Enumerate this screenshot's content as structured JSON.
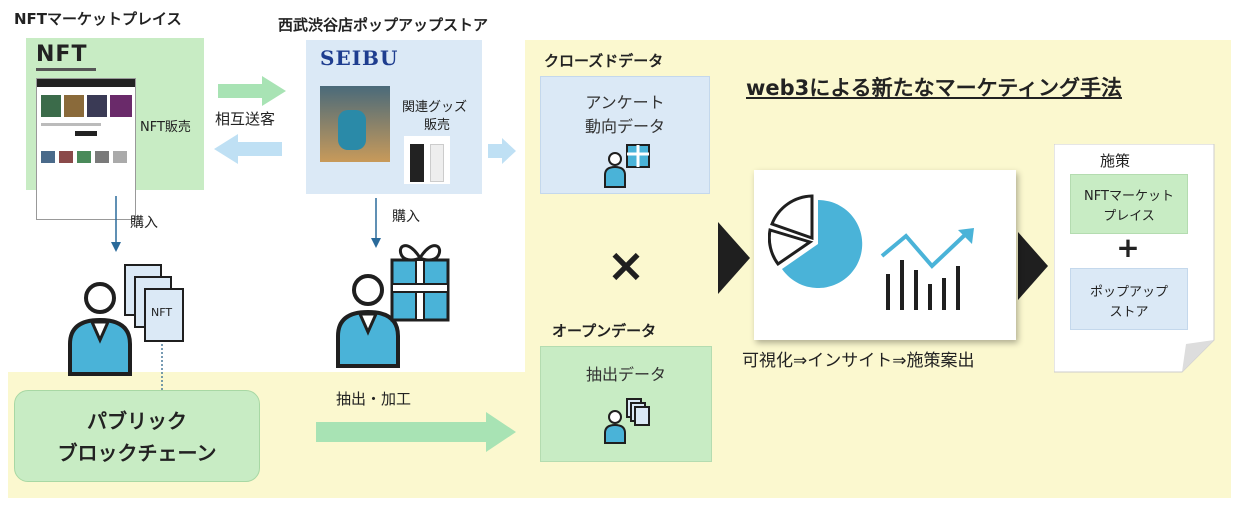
{
  "titles": {
    "nft_marketplace": "NFTマーケットプレイス",
    "popup_store": "西武渋谷店ポップアップストア",
    "closed_data": "クローズドデータ",
    "open_data": "オープンデータ",
    "main_heading": "web3による新たなマーケティング手法"
  },
  "nft_panel": {
    "logo": "NFT",
    "sales_label": "NFT販売"
  },
  "store_panel": {
    "logo": "SEIBU",
    "goods_label_line1": "関連グッズ",
    "goods_label_line2": "販売"
  },
  "mutual_referral": "相互送客",
  "purchase_left": "購入",
  "purchase_right": "購入",
  "nft_card_label": "NFT",
  "blockchain": {
    "line1": "パブリック",
    "line2": "ブロックチェーン"
  },
  "extract_process": "抽出・加工",
  "closed_box": {
    "line1": "アンケート",
    "line2": "動向データ"
  },
  "open_box": {
    "line1": "抽出データ"
  },
  "multiply_sign": "×",
  "analysis_caption": "可視化⇒インサイト⇒施策案出",
  "measures": {
    "title": "施策",
    "item1_line1": "NFTマーケット",
    "item1_line2": "プレイス",
    "plus": "+",
    "item2_line1": "ポップアップ",
    "item2_line2": "ストア"
  },
  "colors": {
    "yellow_bg": "#fbf8cf",
    "green_panel": "#c8ecc4",
    "blue_panel": "#dbe9f6",
    "accent_blue": "#4ab3d8",
    "dark": "#1f1f1f"
  }
}
